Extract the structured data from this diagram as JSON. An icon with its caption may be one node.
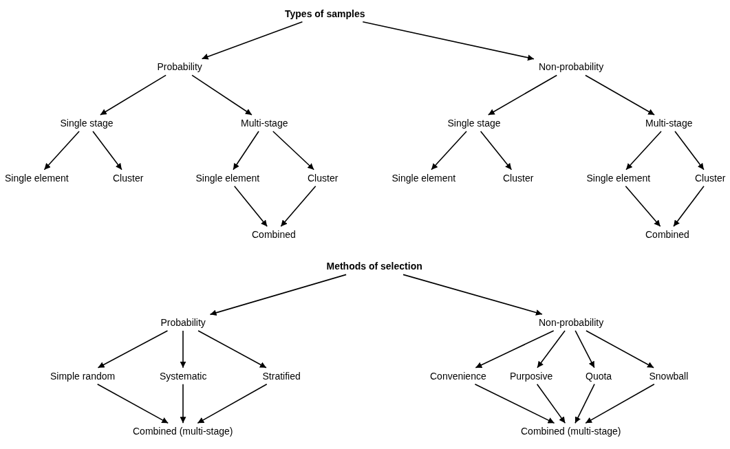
{
  "diagram": {
    "nodes": [
      {
        "text": [
          "Types of samples"
        ]
      },
      {
        "text": [
          "Probability"
        ]
      },
      {
        "text": [
          "Non-probability"
        ]
      },
      {
        "text": [
          "Single stage"
        ]
      },
      {
        "text": [
          "Multi-stage"
        ]
      },
      {
        "text": [
          "Single element"
        ]
      },
      {
        "text": [
          "Cluster"
        ]
      },
      {
        "text": [
          "Single element"
        ]
      },
      {
        "text": [
          "Cluster"
        ]
      },
      {
        "text": [
          "Combined"
        ]
      },
      {
        "text": [
          "Single stage"
        ]
      },
      {
        "text": [
          "Multi-stage"
        ]
      },
      {
        "text": [
          "Single element"
        ]
      },
      {
        "text": [
          "Cluster"
        ]
      },
      {
        "text": [
          "Single element"
        ]
      },
      {
        "text": [
          "Cluster"
        ]
      },
      {
        "text": [
          "Combined"
        ]
      },
      {
        "text": [
          "Methods of selection"
        ]
      },
      {
        "text": [
          "Probability"
        ]
      },
      {
        "text": [
          "Non-probability"
        ]
      },
      {
        "text": [
          "Simple random"
        ]
      },
      {
        "text": [
          "Systematic"
        ]
      },
      {
        "text": [
          "Stratified"
        ]
      },
      {
        "text": [
          "Combined (multi-stage)"
        ]
      },
      {
        "text": [
          "Convenience"
        ]
      },
      {
        "text": [
          "Purposive"
        ]
      },
      {
        "text": [
          "Quota"
        ]
      },
      {
        "text": [
          "Snowball"
        ]
      },
      {
        "text": [
          "Combined (multi-stage)"
        ]
      }
    ],
    "edges": [
      {
        "from": 0,
        "to": 1,
        "arrow": "to"
      },
      {
        "from": 0,
        "to": 2,
        "arrow": "to"
      },
      {
        "from": 1,
        "to": 3,
        "arrow": "to"
      },
      {
        "from": 1,
        "to": 4,
        "arrow": "to"
      },
      {
        "from": 3,
        "to": 5,
        "arrow": "to"
      },
      {
        "from": 3,
        "to": 6,
        "arrow": "to"
      },
      {
        "from": 4,
        "to": 7,
        "arrow": "to"
      },
      {
        "from": 4,
        "to": 8,
        "arrow": "to"
      },
      {
        "from": 7,
        "to": 9,
        "arrow": "to"
      },
      {
        "from": 8,
        "to": 9,
        "arrow": "to"
      },
      {
        "from": 2,
        "to": 10,
        "arrow": "to"
      },
      {
        "from": 2,
        "to": 11,
        "arrow": "to"
      },
      {
        "from": 10,
        "to": 12,
        "arrow": "to"
      },
      {
        "from": 10,
        "to": 13,
        "arrow": "to"
      },
      {
        "from": 11,
        "to": 14,
        "arrow": "to"
      },
      {
        "from": 11,
        "to": 15,
        "arrow": "to"
      },
      {
        "from": 14,
        "to": 16,
        "arrow": "to"
      },
      {
        "from": 15,
        "to": 16,
        "arrow": "to"
      },
      {
        "from": 17,
        "to": 18,
        "arrow": "to"
      },
      {
        "from": 17,
        "to": 19,
        "arrow": "to"
      },
      {
        "from": 18,
        "to": 20,
        "arrow": "to"
      },
      {
        "from": 18,
        "to": 21,
        "arrow": "to"
      },
      {
        "from": 18,
        "to": 22,
        "arrow": "to"
      },
      {
        "from": 20,
        "to": 23,
        "arrow": "to"
      },
      {
        "from": 21,
        "to": 23,
        "arrow": "to"
      },
      {
        "from": 22,
        "to": 23,
        "arrow": "to"
      },
      {
        "from": 19,
        "to": 24,
        "arrow": "to"
      },
      {
        "from": 19,
        "to": 25,
        "arrow": "to"
      },
      {
        "from": 19,
        "to": 26,
        "arrow": "to"
      },
      {
        "from": 19,
        "to": 27,
        "arrow": "to"
      },
      {
        "from": 24,
        "to": 28,
        "arrow": "to"
      },
      {
        "from": 25,
        "to": 28,
        "arrow": "to"
      },
      {
        "from": 26,
        "to": 28,
        "arrow": "to"
      },
      {
        "from": 27,
        "to": 28,
        "arrow": "to"
      }
    ]
  }
}
